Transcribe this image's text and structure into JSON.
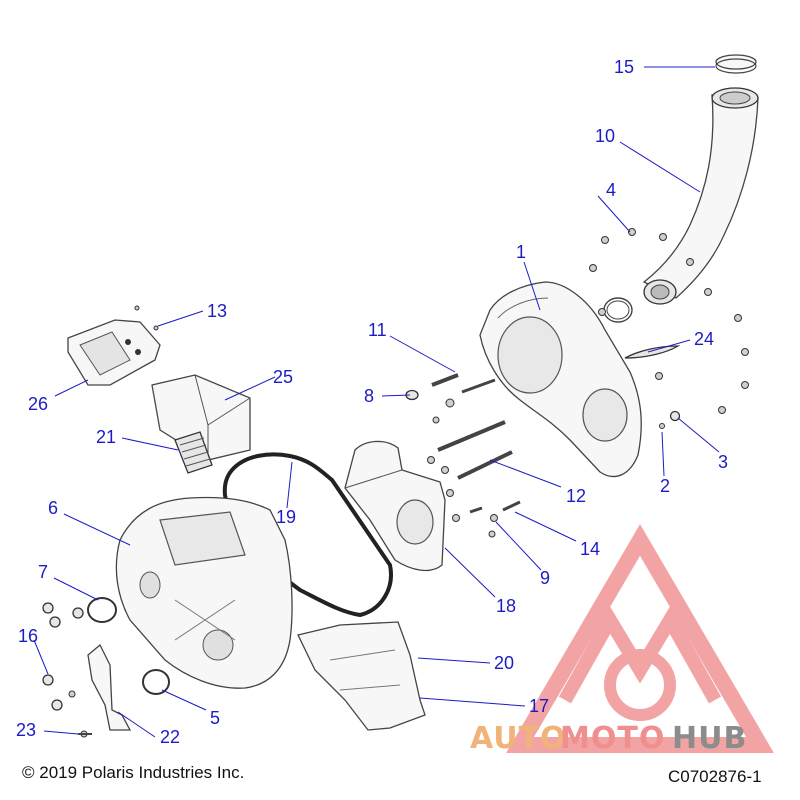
{
  "callouts": [
    {
      "id": "c1",
      "label": "1"
    },
    {
      "id": "c2",
      "label": "2"
    },
    {
      "id": "c3",
      "label": "3"
    },
    {
      "id": "c4",
      "label": "4"
    },
    {
      "id": "c5",
      "label": "5"
    },
    {
      "id": "c6",
      "label": "6"
    },
    {
      "id": "c7",
      "label": "7"
    },
    {
      "id": "c8",
      "label": "8"
    },
    {
      "id": "c9",
      "label": "9"
    },
    {
      "id": "c10",
      "label": "10"
    },
    {
      "id": "c11",
      "label": "11"
    },
    {
      "id": "c12",
      "label": "12"
    },
    {
      "id": "c13",
      "label": "13"
    },
    {
      "id": "c14",
      "label": "14"
    },
    {
      "id": "c15",
      "label": "15"
    },
    {
      "id": "c16",
      "label": "16"
    },
    {
      "id": "c17",
      "label": "17"
    },
    {
      "id": "c18",
      "label": "18"
    },
    {
      "id": "c19",
      "label": "19"
    },
    {
      "id": "c20",
      "label": "20"
    },
    {
      "id": "c21",
      "label": "21"
    },
    {
      "id": "c22",
      "label": "22"
    },
    {
      "id": "c23",
      "label": "23"
    },
    {
      "id": "c24",
      "label": "24"
    },
    {
      "id": "c25",
      "label": "25"
    },
    {
      "id": "c26",
      "label": "26"
    }
  ],
  "footer": {
    "copyright": "© 2019 Polaris Industries Inc.",
    "drawing_code": "C0702876-1"
  },
  "watermark": {
    "part1": "AUTO",
    "part2": "MOTO",
    "part3": "HUB"
  },
  "colors": {
    "callout": "#1c1cc4",
    "watermark_orange": "#f0b47a",
    "watermark_red": "#f08f8f",
    "watermark_gray": "#8c8c8c"
  }
}
